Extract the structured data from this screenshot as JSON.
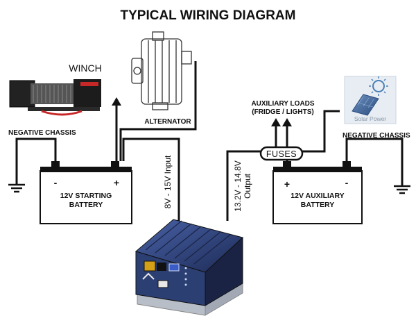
{
  "title": "TYPICAL WIRING DIAGRAM",
  "winch_label": "WINCH",
  "alternator_label": "ALTERNATOR",
  "negative_chassis_left": "NEGATIVE CHASSIS",
  "negative_chassis_right": "NEGATIVE CHASSIS",
  "starting_battery": {
    "line1": "12V STARTING",
    "line2": "BATTERY",
    "minus": "-",
    "plus": "+"
  },
  "auxiliary_battery": {
    "line1": "12V AUXILIARY",
    "line2": "BATTERY",
    "plus": "+",
    "minus": "-"
  },
  "input_label": "8V - 15V Input",
  "output_label_line1": "13.2V - 14.8V",
  "output_label_line2": "Output",
  "auxiliary_loads_line1": "AUXILIARY LOADS",
  "auxiliary_loads_line2": "(FRIDGE / LIGHTS)",
  "fuses_label": "FUSES",
  "solar_label": "Solar Power",
  "colors": {
    "wire": "#111111",
    "charger_body": "#2c3f73",
    "charger_dark": "#1a2344",
    "solar_panel_bg": "#e8edf3",
    "sun": "#4a7fb5"
  }
}
